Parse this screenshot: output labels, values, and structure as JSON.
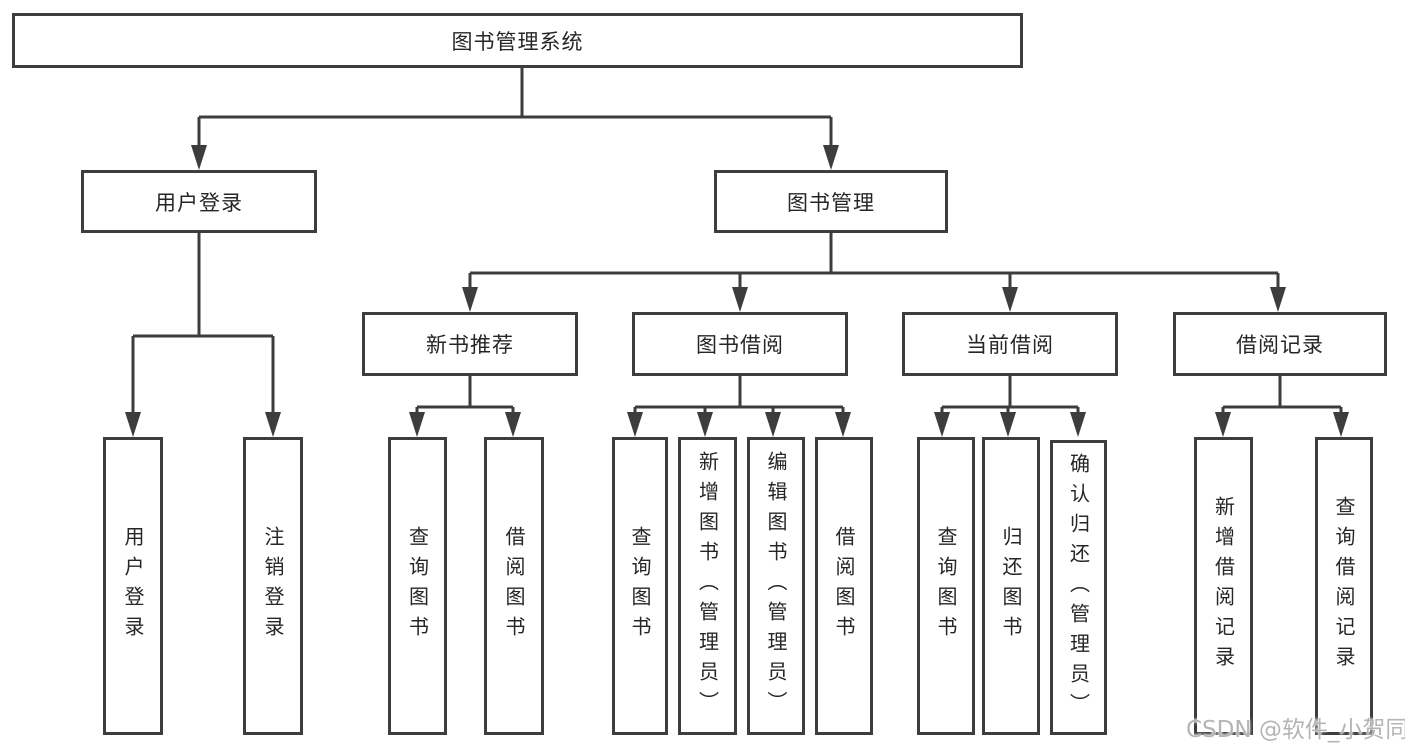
{
  "diagram_title": "图书管理系统",
  "colors": {
    "line": "#3d3d3d",
    "box_border": "#3d3d3d",
    "box_background": "#ffffff",
    "text": "#262626",
    "watermark": "#b5b5b5",
    "page_background": "#ffffff"
  },
  "nodes": {
    "root": "图书管理系统",
    "login": "用户登录",
    "mgmt": "图书管理",
    "rec": "新书推荐",
    "borrow": "图书借阅",
    "current": "当前借阅",
    "records": "借阅记录",
    "leaves": {
      "login_user": "用户登录",
      "login_logout": "注销登录",
      "rec_query": "查询图书",
      "rec_borrow": "借阅图书",
      "borrow_query": "查询图书",
      "borrow_add": "新增图书（管理员）",
      "borrow_edit": "编辑图书（管理员）",
      "borrow_borrow": "借阅图书",
      "current_query": "查询图书",
      "current_return": "归还图书",
      "current_confirm": "确认归还（管理员）",
      "records_add": "新增借阅记录",
      "records_query": "查询借阅记录"
    }
  },
  "watermark": {
    "text": "CSDN @软件_小贺同学"
  }
}
